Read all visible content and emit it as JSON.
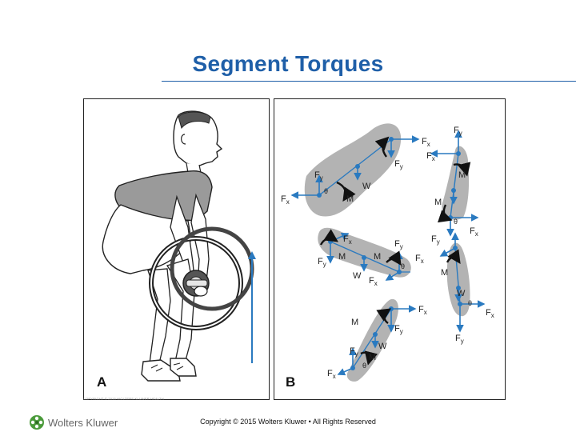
{
  "slide": {
    "title": "Segment Torques",
    "copyright": "Copyright © 2015 Wolters Kluwer • All Rights Reserved",
    "logo_text": "Wolters Kluwer",
    "fine_print": "COPYRIGHT © 2015 WOLTERS KLUWER HEALTH"
  },
  "panel_a": {
    "letter": "A"
  },
  "panel_b": {
    "letter": "B"
  },
  "labels": {
    "fx": "F",
    "fy": "F",
    "sub_x": "x",
    "sub_y": "y",
    "moment": "M",
    "weight": "W",
    "theta": "θ"
  },
  "colors": {
    "title": "#1f5fa8",
    "segment_fill": "#b3b3b3",
    "vector": "#2a7ac0",
    "shirt": "#9a9a9a",
    "logo_green": "#4a9a3a"
  }
}
